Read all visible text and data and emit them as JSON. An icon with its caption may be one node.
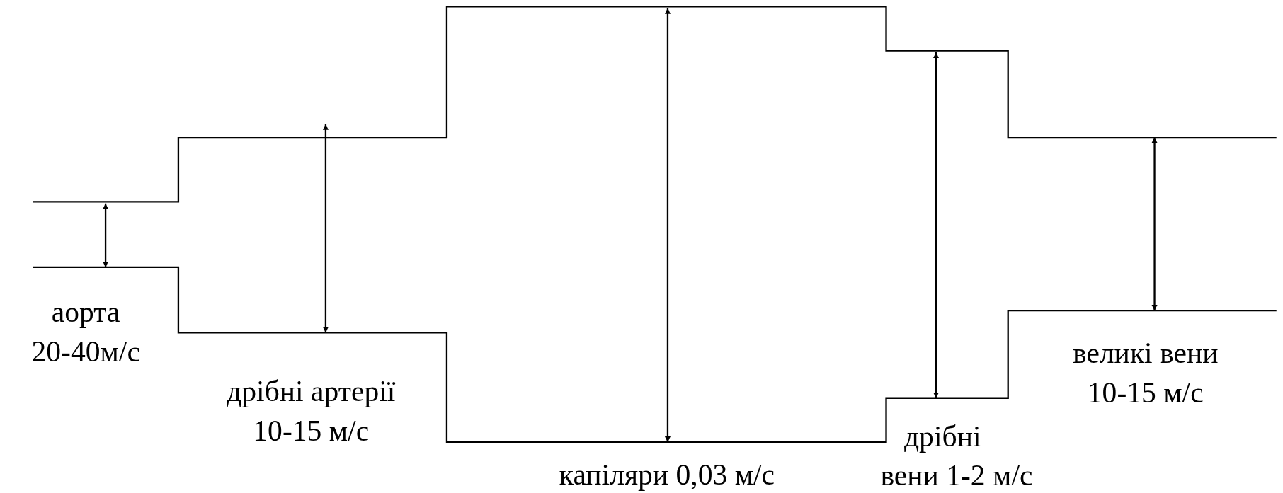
{
  "diagram": {
    "labels": [
      "аорта 20-40м/с",
      "дрібні артерії 10-15 м/с",
      "капіляри 0,03 м/с",
      "дрібні вени 1-2 м/с",
      "великі вени 10-15 м/с"
    ]
  }
}
